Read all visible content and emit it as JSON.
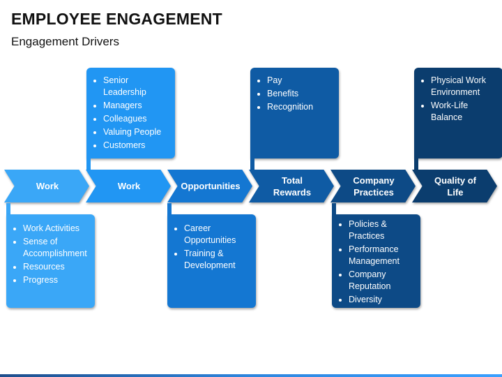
{
  "header": {
    "title": "EMPLOYEE ENGAGEMENT",
    "subtitle": "Engagement Drivers"
  },
  "colors": {
    "c1": "#3aa7f7",
    "c2": "#2196f3",
    "c3": "#1477d2",
    "c4": "#0f5ba4",
    "c5": "#0d4a86",
    "c6": "#0b3d6e"
  },
  "steps": [
    {
      "label": "Work"
    },
    {
      "label": "Work"
    },
    {
      "label": "Opportunities"
    },
    {
      "label": "Total\nRewards"
    },
    {
      "label": "Company\nPractices"
    },
    {
      "label": "Quality of\nLife"
    }
  ],
  "cards": {
    "work_activities": [
      "Work Activities",
      "Sense of Accomplishment",
      "Resources",
      "Progress"
    ],
    "work_people": [
      "Senior Leadership",
      "Managers",
      "Colleagues",
      "Valuing People",
      "Customers"
    ],
    "opportunities": [
      "Career Opportunities",
      "Training & Development"
    ],
    "rewards": [
      "Pay",
      "Benefits",
      "Recognition"
    ],
    "practices": [
      "Policies & Practices",
      "Performance Management",
      "Company Reputation",
      "Diversity"
    ],
    "quality_of_life": [
      "Physical Work Environment",
      "Work-Life Balance"
    ]
  }
}
